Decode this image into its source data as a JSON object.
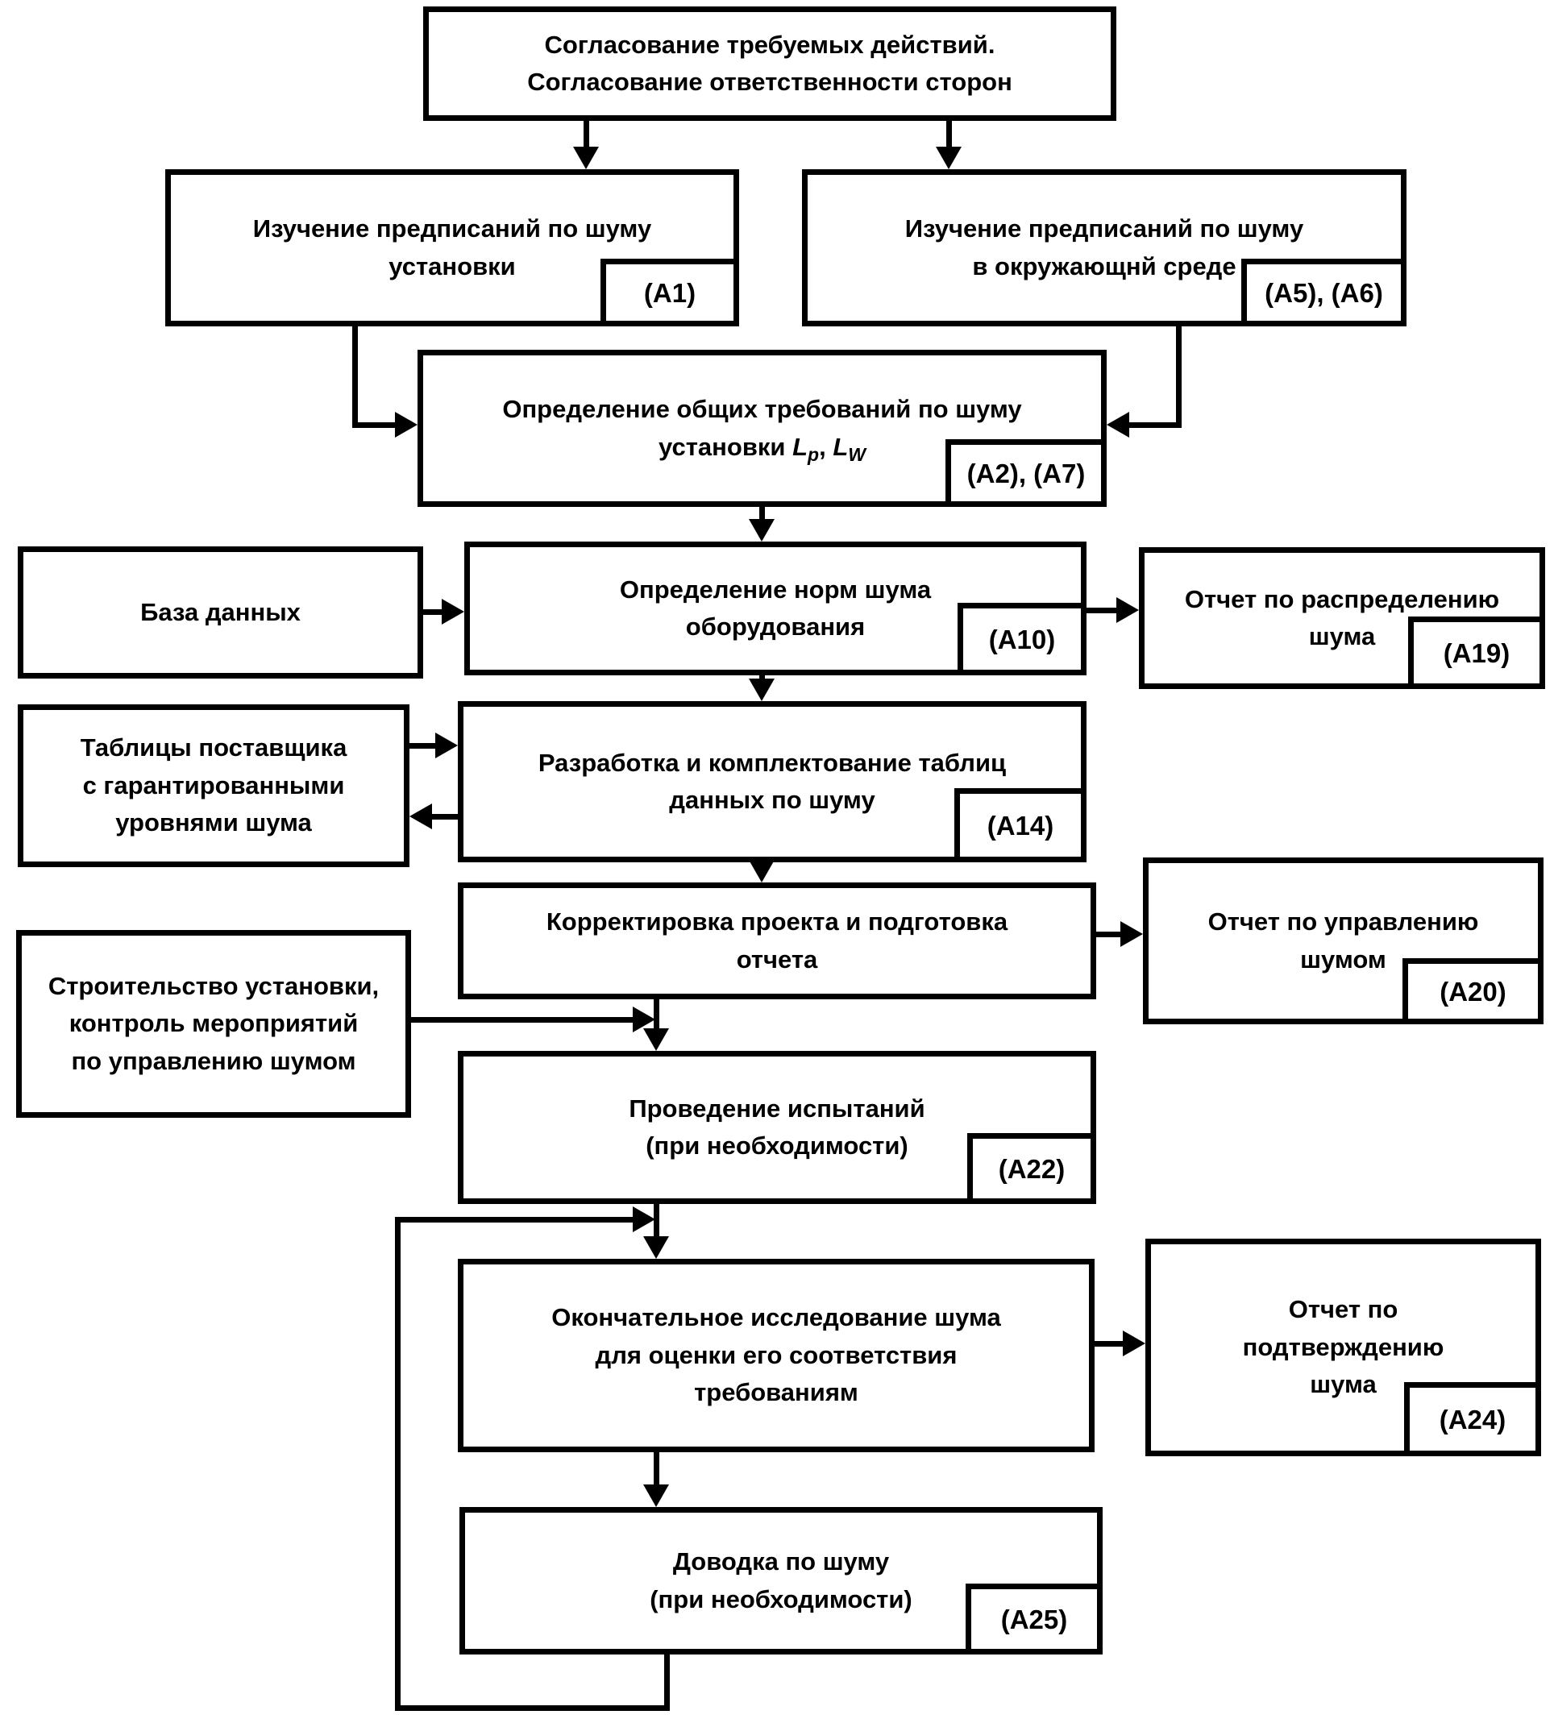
{
  "diagram": {
    "nodes": {
      "agree": {
        "line1": "Согласование требуемых действий.",
        "line2": "Согласование ответственности сторон"
      },
      "study_plant": {
        "line1": "Изучение предписаний по шуму",
        "line2": "установки",
        "tag": "(А1)"
      },
      "study_env": {
        "line1": "Изучение предписаний по шуму",
        "line2": "в окружающнй среде",
        "tag": "(А5), (А6)"
      },
      "general_req": {
        "line1": "Определение общих требований  по шуму",
        "line2_prefix": "установки ",
        "sym1": "L",
        "sub1": "p",
        "sep": ", ",
        "sym2": "L",
        "sub2": "W",
        "tag": "(А2), (А7)"
      },
      "database": {
        "line1": "База данных"
      },
      "equip_norms": {
        "line1": "Определение норм шума",
        "line2": "оборудования",
        "tag": "(А10)"
      },
      "report_distribution": {
        "line1": "Отчет по распределению",
        "line2": "шума",
        "tag": "(А19)"
      },
      "supplier_tables": {
        "line1": "Таблицы поставщика",
        "line2": "с гарантированными",
        "line3": "уровнями шума"
      },
      "data_tables": {
        "line1": "Разработка и комплектование таблиц",
        "line2": "данных по шуму",
        "tag": "(А14)"
      },
      "project_adjust": {
        "line1": "Корректировка проекта и подготовка",
        "line2": "отчета"
      },
      "report_management": {
        "line1": "Отчет по управлению",
        "line2": "шумом",
        "tag": "(А20)"
      },
      "construction": {
        "line1": "Строительство установки,",
        "line2": "контроль мероприятий",
        "line3": "по управлению шумом"
      },
      "testing": {
        "line1": "Проведение испытаний",
        "line2": "(при необходимости)",
        "tag": "(А22)"
      },
      "final_study": {
        "line1": "Окончательное исследование шума",
        "line2": "для оценки его соответствия",
        "line3": "требованиям"
      },
      "report_confirmation": {
        "line1": "Отчет по",
        "line2": "подтверждению",
        "line3": "шума",
        "tag": "(А24)"
      },
      "noise_tuning": {
        "line1": "Доводка по шуму",
        "line2": "(при необходимости)",
        "tag": "(А25)"
      }
    }
  }
}
